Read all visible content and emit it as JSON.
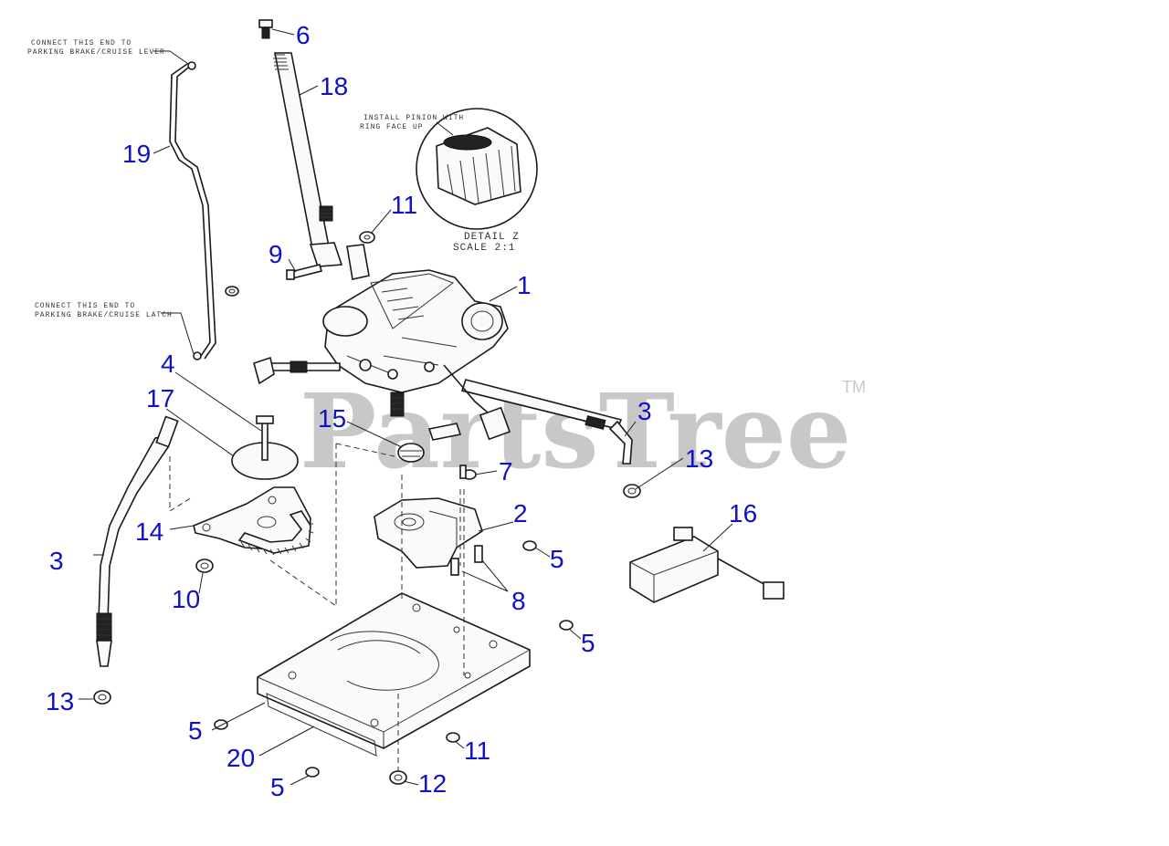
{
  "watermark": {
    "brand": "PartsTree",
    "trademark": "TM"
  },
  "notes": {
    "upper_line1": "CONNECT THIS END TO",
    "upper_line2": "PARKING BRAKE/CRUISE LEVER",
    "lower_line1": "CONNECT THIS END TO",
    "lower_line2": "PARKING BRAKE/CRUISE LATCH",
    "detail_top_line1": "INSTALL PINION WITH",
    "detail_top_line2": "RING FACE UP",
    "detail_title": "DETAIL Z",
    "detail_scale": "SCALE 2:1"
  },
  "callouts": [
    "6",
    "18",
    "19",
    "11",
    "9",
    "1",
    "4",
    "17",
    "15",
    "3",
    "13",
    "7",
    "2",
    "14",
    "16",
    "5",
    "3",
    "8",
    "10",
    "5",
    "13",
    "5",
    "20",
    "11",
    "5",
    "12"
  ]
}
